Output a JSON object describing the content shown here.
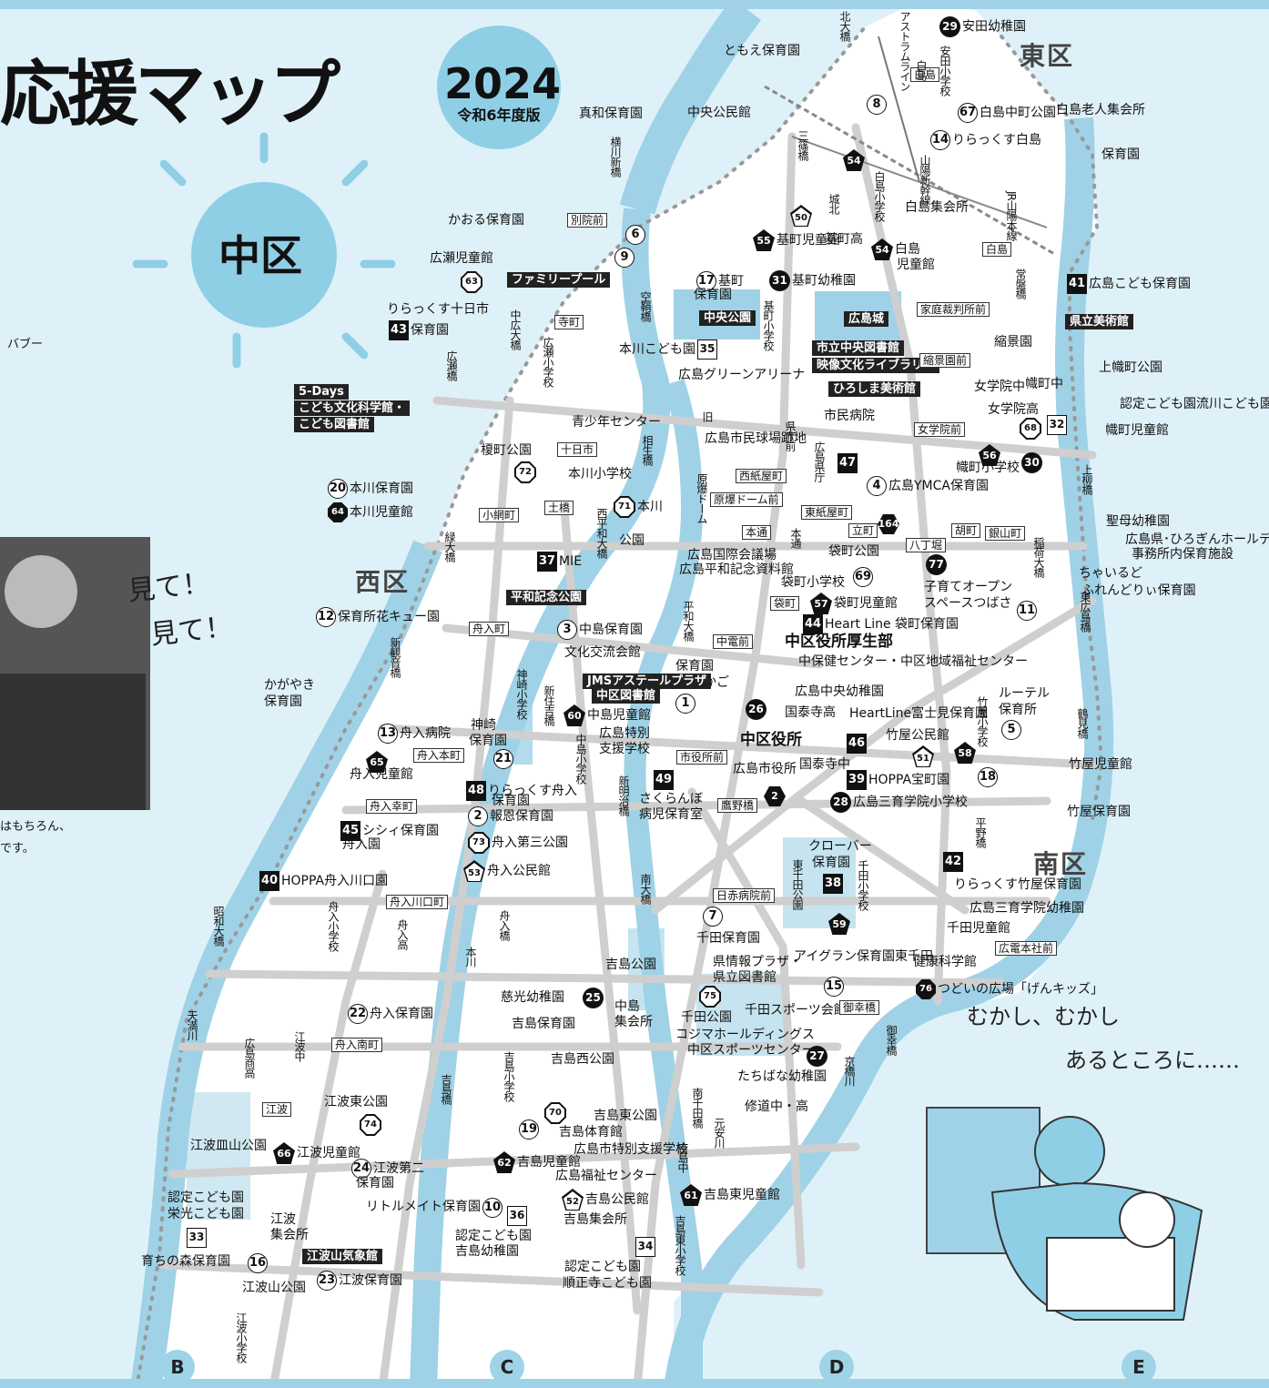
{
  "title": {
    "main": "応援マップ",
    "year": "2024",
    "era": "令和6年度版",
    "ward": "中区"
  },
  "areas": {
    "east": "東区",
    "west": "西区",
    "south": "南区"
  },
  "columns": [
    "B",
    "C",
    "D",
    "E"
  ],
  "handwriting": {
    "mite1": "見て！",
    "mite2": "見て！",
    "mukashi": "むかし、むかし",
    "aru": "あるところに……",
    "left1": "はもちろん、",
    "left2": "です。",
    "bubble": "バブー"
  },
  "map_colors": {
    "water": "#9fd2e6",
    "land": "#ffffff",
    "road": "#c8c8c8",
    "background": "#dff1f8"
  },
  "labels": [
    {
      "n": "29",
      "t": "安田幼稚園",
      "k": "dc"
    },
    {
      "n": "",
      "t": "ともえ保育園",
      "k": "text"
    },
    {
      "n": "8",
      "t": "",
      "k": "circ"
    },
    {
      "n": "67",
      "t": "白島中町公園",
      "k": "circ"
    },
    {
      "n": "",
      "t": "白島老人集会所",
      "k": "text"
    },
    {
      "n": "14",
      "t": "りらっくす白島",
      "k": "circ"
    },
    {
      "n": "",
      "t": "保育園",
      "k": "text"
    },
    {
      "n": "",
      "t": "真和保育園",
      "k": "text"
    },
    {
      "n": "",
      "t": "中央公民館",
      "k": "text"
    },
    {
      "n": "54",
      "t": "",
      "k": "pent"
    },
    {
      "n": "50",
      "t": "",
      "k": "pento"
    },
    {
      "n": "",
      "t": "かおる保育園",
      "k": "text"
    },
    {
      "n": "6",
      "t": "",
      "k": "circ"
    },
    {
      "n": "9",
      "t": "",
      "k": "circ"
    },
    {
      "n": "",
      "t": "広瀬児童館",
      "k": "text"
    },
    {
      "n": "63",
      "t": "",
      "k": "octw"
    },
    {
      "n": "",
      "t": "ファミリープール",
      "k": "inv"
    },
    {
      "n": "55",
      "t": "基町児童館",
      "k": "pent"
    },
    {
      "n": "54",
      "t": "白島",
      "k": "pent"
    },
    {
      "n": "",
      "t": "児童館",
      "k": "text"
    },
    {
      "n": "",
      "t": "白島集会所",
      "k": "text"
    },
    {
      "n": "31",
      "t": "基町幼稚園",
      "k": "dc"
    },
    {
      "n": "17",
      "t": "基町",
      "k": "circ"
    },
    {
      "n": "",
      "t": "保育園",
      "k": "text"
    },
    {
      "n": "41",
      "t": "広島こども保育園",
      "k": "sq"
    },
    {
      "n": "",
      "t": "県立美術館",
      "k": "inv"
    },
    {
      "n": "",
      "t": "りらっくす十日市",
      "k": "text"
    },
    {
      "n": "43",
      "t": "保育園",
      "k": "sq"
    },
    {
      "n": "",
      "t": "中央公園",
      "k": "inv"
    },
    {
      "n": "",
      "t": "広島城",
      "k": "inv"
    },
    {
      "n": "",
      "t": "家庭裁判所前",
      "k": "boxed"
    },
    {
      "n": "35",
      "t": "本川こども園",
      "k": "sqo"
    },
    {
      "n": "",
      "t": "市立中央図書館",
      "k": "inv"
    },
    {
      "n": "",
      "t": "映像文化ライブラリー",
      "k": "inv"
    },
    {
      "n": "",
      "t": "縮景園前",
      "k": "boxed"
    },
    {
      "n": "",
      "t": "縮景園",
      "k": "text"
    },
    {
      "n": "",
      "t": "上幟町公園",
      "k": "text"
    },
    {
      "n": "",
      "t": "5-Days",
      "k": "inv"
    },
    {
      "n": "",
      "t": "こども文化科学館・",
      "k": "inv"
    },
    {
      "n": "",
      "t": "こども図書館",
      "k": "inv"
    },
    {
      "n": "",
      "t": "ひろしま美術館",
      "k": "inv"
    },
    {
      "n": "",
      "t": "広島グリーンアリーナ",
      "k": "text"
    },
    {
      "n": "",
      "t": "女学院中",
      "k": "text"
    },
    {
      "n": "",
      "t": "幟町中",
      "k": "text"
    },
    {
      "n": "",
      "t": "女学院高",
      "k": "text"
    },
    {
      "n": "",
      "t": "認定こども園流川こども園",
      "k": "text"
    },
    {
      "n": "68",
      "t": "",
      "k": "octw"
    },
    {
      "n": "32",
      "t": "",
      "k": "sqo"
    },
    {
      "n": "",
      "t": "幟町児童館",
      "k": "text"
    },
    {
      "n": "",
      "t": "青少年センター",
      "k": "text"
    },
    {
      "n": "",
      "t": "市民病院",
      "k": "text"
    },
    {
      "n": "",
      "t": "女学院前",
      "k": "boxed"
    },
    {
      "n": "",
      "t": "榎町公園",
      "k": "text"
    },
    {
      "n": "72",
      "t": "",
      "k": "octw"
    },
    {
      "n": "",
      "t": "十日市",
      "k": "boxed"
    },
    {
      "n": "",
      "t": "広島市民球場跡地",
      "k": "text"
    },
    {
      "n": "56",
      "t": "",
      "k": "pent"
    },
    {
      "n": "",
      "t": "幟町小学校",
      "k": "text"
    },
    {
      "n": "30",
      "t": "",
      "k": "dc"
    },
    {
      "n": "",
      "t": "西紙屋町",
      "k": "boxed"
    },
    {
      "n": "47",
      "t": "",
      "k": "sq"
    },
    {
      "n": "4",
      "t": "広島YMCA保育園",
      "k": "circ"
    },
    {
      "n": "20",
      "t": "本川保育園",
      "k": "circ"
    },
    {
      "n": "64",
      "t": "本川児童館",
      "k": "oct"
    },
    {
      "n": "",
      "t": "本川小学校",
      "k": "text"
    },
    {
      "n": "",
      "t": "原爆ドーム前",
      "k": "boxed"
    },
    {
      "n": "",
      "t": "聖母幼稚園",
      "k": "text"
    },
    {
      "n": "",
      "t": "広島県･ひろぎんホールディングス",
      "k": "text"
    },
    {
      "n": "",
      "t": "事務所内保育施設",
      "k": "text"
    },
    {
      "n": "",
      "t": "小網町",
      "k": "boxed"
    },
    {
      "n": "",
      "t": "土橋",
      "k": "boxed"
    },
    {
      "n": "71",
      "t": "本川",
      "k": "octw"
    },
    {
      "n": "",
      "t": "公園",
      "k": "text"
    },
    {
      "n": "",
      "t": "東紙屋町",
      "k": "boxed"
    },
    {
      "n": "",
      "t": "本通",
      "k": "boxed"
    },
    {
      "n": "",
      "t": "立町",
      "k": "boxed"
    },
    {
      "n": "",
      "t": "八丁堀",
      "k": "boxed"
    },
    {
      "n": "",
      "t": "胡町",
      "k": "boxed"
    },
    {
      "n": "",
      "t": "銀山町",
      "k": "boxed"
    },
    {
      "n": "",
      "t": "袋町公園",
      "k": "text"
    },
    {
      "n": "69",
      "t": "",
      "k": "circ"
    },
    {
      "n": "37",
      "t": "MIE",
      "k": "sq"
    },
    {
      "n": "",
      "t": "広島国際会議場",
      "k": "text"
    },
    {
      "n": "",
      "t": "広島平和記念資料館",
      "k": "text"
    },
    {
      "n": "77",
      "t": "",
      "k": "dc"
    },
    {
      "n": "",
      "t": "子育てオープン",
      "k": "text"
    },
    {
      "n": "",
      "t": "スペースつばさ",
      "k": "text"
    },
    {
      "n": "",
      "t": "ちゃいるど",
      "k": "text"
    },
    {
      "n": "",
      "t": "ふれんどりぃ保育園",
      "k": "text"
    },
    {
      "n": "11",
      "t": "",
      "k": "circ"
    },
    {
      "n": "",
      "t": "袋町小学校",
      "k": "text"
    },
    {
      "n": "",
      "t": "平和記念公園",
      "k": "inv"
    },
    {
      "n": "",
      "t": "袋町",
      "k": "boxed"
    },
    {
      "n": "57",
      "t": "袋町児童館",
      "k": "pent"
    },
    {
      "n": "12",
      "t": "保育所花キュー園",
      "k": "circ"
    },
    {
      "n": "",
      "t": "舟入町",
      "k": "boxed"
    },
    {
      "n": "3",
      "t": "中島保育園",
      "k": "circ"
    },
    {
      "n": "44",
      "t": "Heart Line 袋町保育園",
      "k": "sq"
    },
    {
      "n": "",
      "t": "中電前",
      "k": "boxed"
    },
    {
      "n": "",
      "t": "中区役所厚生部",
      "k": "big"
    },
    {
      "n": "",
      "t": "文化交流会館",
      "k": "text"
    },
    {
      "n": "",
      "t": "中保健センター・中区地域福祉センター",
      "k": "text"
    },
    {
      "n": "",
      "t": "保育園",
      "k": "text"
    },
    {
      "n": "",
      "t": "ゆりかご",
      "k": "text"
    },
    {
      "n": "1",
      "t": "",
      "k": "circ"
    },
    {
      "n": "",
      "t": "JMSアステールプラザ",
      "k": "inv"
    },
    {
      "n": "",
      "t": "中区図書館",
      "k": "inv"
    },
    {
      "n": "",
      "t": "かがやき",
      "k": "text"
    },
    {
      "n": "",
      "t": "保育園",
      "k": "text"
    },
    {
      "n": "",
      "t": "広島中央幼稚園",
      "k": "text"
    },
    {
      "n": "",
      "t": "ルーテル",
      "k": "text"
    },
    {
      "n": "",
      "t": "保育所",
      "k": "text"
    },
    {
      "n": "5",
      "t": "",
      "k": "circ"
    },
    {
      "n": "60",
      "t": "中島児童館",
      "k": "pent"
    },
    {
      "n": "26",
      "t": "",
      "k": "dc"
    },
    {
      "n": "",
      "t": "国泰寺高",
      "k": "text"
    },
    {
      "n": "",
      "t": "HeartLine富士見保育園",
      "k": "text"
    },
    {
      "n": "13",
      "t": "舟入病院",
      "k": "circ"
    },
    {
      "n": "",
      "t": "広島特別",
      "k": "text"
    },
    {
      "n": "",
      "t": "支援学校",
      "k": "text"
    },
    {
      "n": "",
      "t": "中区役所",
      "k": "big"
    },
    {
      "n": "",
      "t": "竹屋公民館",
      "k": "text"
    },
    {
      "n": "46",
      "t": "",
      "k": "sq"
    },
    {
      "n": "",
      "t": "神崎",
      "k": "text"
    },
    {
      "n": "",
      "t": "保育園",
      "k": "text"
    },
    {
      "n": "21",
      "t": "",
      "k": "circ"
    },
    {
      "n": "",
      "t": "舟入本町",
      "k": "boxed"
    },
    {
      "n": "65",
      "t": "",
      "k": "pent"
    },
    {
      "n": "",
      "t": "舟入児童館",
      "k": "text"
    },
    {
      "n": "",
      "t": "市役所前",
      "k": "boxed"
    },
    {
      "n": "",
      "t": "広島市役所",
      "k": "text"
    },
    {
      "n": "",
      "t": "国泰寺中",
      "k": "text"
    },
    {
      "n": "51",
      "t": "",
      "k": "pento"
    },
    {
      "n": "58",
      "t": "",
      "k": "pent"
    },
    {
      "n": "",
      "t": "竹屋児童館",
      "k": "text"
    },
    {
      "n": "48",
      "t": "りらっくす舟入",
      "k": "sq"
    },
    {
      "n": "",
      "t": "保育園",
      "k": "text"
    },
    {
      "n": "49",
      "t": "",
      "k": "sq"
    },
    {
      "n": "",
      "t": "さくらんぼ",
      "k": "text"
    },
    {
      "n": "",
      "t": "病児保育室",
      "k": "text"
    },
    {
      "n": "39",
      "t": "HOPPA宝町園",
      "k": "sq"
    },
    {
      "n": "18",
      "t": "",
      "k": "circ"
    },
    {
      "n": "2",
      "t": "",
      "k": "hex"
    },
    {
      "n": "",
      "t": "舟入幸町",
      "k": "boxed"
    },
    {
      "n": "2",
      "t": "報恩保育園",
      "k": "circ"
    },
    {
      "n": "",
      "t": "鷹野橋",
      "k": "boxed"
    },
    {
      "n": "28",
      "t": "広島三育学院小学校",
      "k": "dc"
    },
    {
      "n": "",
      "t": "竹屋保育園",
      "k": "text"
    },
    {
      "n": "45",
      "t": "シシィ保育園",
      "k": "sq"
    },
    {
      "n": "",
      "t": "舟入園",
      "k": "text"
    },
    {
      "n": "73",
      "t": "舟入第三公園",
      "k": "octw"
    },
    {
      "n": "",
      "t": "クローバー",
      "k": "text"
    },
    {
      "n": "",
      "t": "保育園",
      "k": "text"
    },
    {
      "n": "42",
      "t": "",
      "k": "sq"
    },
    {
      "n": "53",
      "t": "舟入公民館",
      "k": "pento"
    },
    {
      "n": "",
      "t": "りらっくす竹屋保育園",
      "k": "text"
    },
    {
      "n": "40",
      "t": "HOPPA舟入川口園",
      "k": "sq"
    },
    {
      "n": "38",
      "t": "",
      "k": "sq"
    },
    {
      "n": "",
      "t": "日赤病院前",
      "k": "boxed"
    },
    {
      "n": "",
      "t": "広島三育学院幼稚園",
      "k": "text"
    },
    {
      "n": "",
      "t": "舟入川口町",
      "k": "boxed"
    },
    {
      "n": "7",
      "t": "",
      "k": "circ"
    },
    {
      "n": "59",
      "t": "",
      "k": "pent"
    },
    {
      "n": "",
      "t": "千田児童館",
      "k": "text"
    },
    {
      "n": "",
      "t": "千田保育園",
      "k": "text"
    },
    {
      "n": "",
      "t": "アイグラン保育園東千田",
      "k": "text"
    },
    {
      "n": "",
      "t": "広電本社前",
      "k": "boxed"
    },
    {
      "n": "",
      "t": "健康科学館",
      "k": "text"
    },
    {
      "n": "",
      "t": "県情報プラザ・",
      "k": "text"
    },
    {
      "n": "",
      "t": "県立図書館",
      "k": "text"
    },
    {
      "n": "15",
      "t": "",
      "k": "circ"
    },
    {
      "n": "76",
      "t": "つどいの広場「げんキッズ」",
      "k": "oct"
    },
    {
      "n": "",
      "t": "吉島公園",
      "k": "text"
    },
    {
      "n": "75",
      "t": "",
      "k": "octw"
    },
    {
      "n": "",
      "t": "慈光幼稚園",
      "k": "text"
    },
    {
      "n": "25",
      "t": "",
      "k": "dc"
    },
    {
      "n": "",
      "t": "中島",
      "k": "text"
    },
    {
      "n": "",
      "t": "集会所",
      "k": "text"
    },
    {
      "n": "",
      "t": "千田公園",
      "k": "text"
    },
    {
      "n": "",
      "t": "千田スポーツ会館",
      "k": "text"
    },
    {
      "n": "",
      "t": "御幸橋",
      "k": "boxed"
    },
    {
      "n": "22",
      "t": "舟入保育園",
      "k": "circ"
    },
    {
      "n": "",
      "t": "吉島保育園",
      "k": "text"
    },
    {
      "n": "",
      "t": "コジマホールディングス",
      "k": "text"
    },
    {
      "n": "",
      "t": "中区スポーツセンター",
      "k": "text"
    },
    {
      "n": "",
      "t": "舟入南町",
      "k": "boxed"
    },
    {
      "n": "27",
      "t": "",
      "k": "dc"
    },
    {
      "n": "",
      "t": "吉島西公園",
      "k": "text"
    },
    {
      "n": "",
      "t": "たちばな幼稚園",
      "k": "text"
    },
    {
      "n": "",
      "t": "江波東公園",
      "k": "text"
    },
    {
      "n": "",
      "t": "修道中・高",
      "k": "text"
    },
    {
      "n": "",
      "t": "江波",
      "k": "boxed"
    },
    {
      "n": "74",
      "t": "",
      "k": "octw"
    },
    {
      "n": "70",
      "t": "",
      "k": "octw"
    },
    {
      "n": "",
      "t": "吉島東公園",
      "k": "text"
    },
    {
      "n": "19",
      "t": "",
      "k": "circ"
    },
    {
      "n": "",
      "t": "吉島体育館",
      "k": "text"
    },
    {
      "n": "",
      "t": "広島市特別支援学校",
      "k": "text"
    },
    {
      "n": "",
      "t": "江波皿山公園",
      "k": "text"
    },
    {
      "n": "66",
      "t": "江波児童館",
      "k": "pent"
    },
    {
      "n": "24",
      "t": "江波第二",
      "k": "circ"
    },
    {
      "n": "",
      "t": "保育園",
      "k": "text"
    },
    {
      "n": "62",
      "t": "吉島児童館",
      "k": "pent"
    },
    {
      "n": "",
      "t": "広島福祉センター",
      "k": "text"
    },
    {
      "n": "52",
      "t": "吉島公民館",
      "k": "pento"
    },
    {
      "n": "61",
      "t": "吉島東児童館",
      "k": "pent"
    },
    {
      "n": "",
      "t": "認定こども園",
      "k": "text"
    },
    {
      "n": "",
      "t": "栄光こども園",
      "k": "text"
    },
    {
      "n": "",
      "t": "リトルメイト保育園",
      "k": "text"
    },
    {
      "n": "10",
      "t": "",
      "k": "circ"
    },
    {
      "n": "36",
      "t": "",
      "k": "sqo"
    },
    {
      "n": "",
      "t": "吉島集会所",
      "k": "text"
    },
    {
      "n": "33",
      "t": "",
      "k": "sqo"
    },
    {
      "n": "",
      "t": "江波",
      "k": "text"
    },
    {
      "n": "",
      "t": "集会所",
      "k": "text"
    },
    {
      "n": "",
      "t": "認定こども園",
      "k": "text"
    },
    {
      "n": "",
      "t": "吉島幼稚園",
      "k": "text"
    },
    {
      "n": "34",
      "t": "",
      "k": "sqo"
    },
    {
      "n": "",
      "t": "育ちの森保育園",
      "k": "text"
    },
    {
      "n": "16",
      "t": "",
      "k": "circ"
    },
    {
      "n": "",
      "t": "江波山気象館",
      "k": "inv"
    },
    {
      "n": "",
      "t": "認定こども園",
      "k": "text"
    },
    {
      "n": "",
      "t": "順正寺こども園",
      "k": "text"
    },
    {
      "n": "",
      "t": "江波山公園",
      "k": "text"
    },
    {
      "n": "23",
      "t": "江波保育園",
      "k": "circ"
    },
    {
      "n": "",
      "t": "別院前",
      "k": "boxed"
    },
    {
      "n": "",
      "t": "寺町",
      "k": "boxed"
    },
    {
      "n": "",
      "t": "白島",
      "k": "boxed"
    },
    {
      "n": "",
      "t": "基町高",
      "k": "text"
    },
    {
      "n": "",
      "t": "白島",
      "k": "boxed"
    },
    {
      "n": "164",
      "t": "",
      "k": "hex"
    }
  ],
  "vertical": [
    "北大橋",
    "アストラムライン",
    "白島",
    "安田小学校",
    "三篠橋",
    "白島小学校",
    "城北",
    "山陽新幹線",
    "JR山陽本線",
    "常盤橋",
    "横川新橋",
    "空鞘橋",
    "基町小学校",
    "中広大橋",
    "広瀬小学校",
    "広瀬橋",
    "旧",
    "相生橋",
    "県庁前",
    "広島県庁",
    "原爆ドーム",
    "上柳橋",
    "西平和大橋",
    "緑大橋",
    "本通",
    "稲荷大橋",
    "東広島橋",
    "平和大橋",
    "新観音橋",
    "神崎小学校",
    "新住吉橋",
    "中島小学校",
    "竹屋小学校",
    "鶴見橋",
    "新明治橋",
    "平野橋",
    "東千田公園",
    "千田小学校",
    "南大橋",
    "舟入小学校",
    "舟入高",
    "舟入橋",
    "昭和大橋",
    "天満川",
    "本川",
    "御幸橋",
    "京橋川",
    "江波中",
    "広島商高",
    "吉島小学校",
    "吉島橋",
    "南千田橋",
    "吉島中",
    "元安川",
    "吉島東小学校",
    "江波小学校"
  ]
}
